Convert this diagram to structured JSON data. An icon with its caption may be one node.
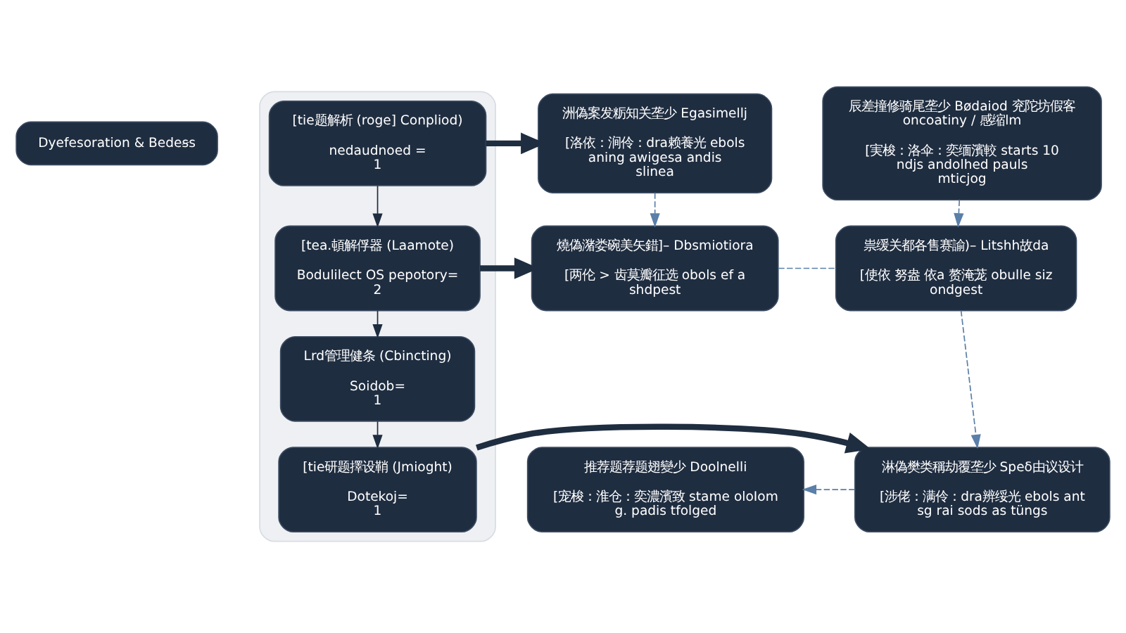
{
  "diagram": {
    "nodes": [
      {
        "text": [
          "Dyefesoration & Bedeꞩs"
        ]
      },
      {
        "text": [],
        "shape": "box"
      },
      {
        "text": [
          "[tie题解析 (roge] Conplіod)",
          "nedaudnoed =",
          "1"
        ],
        "in": 1
      },
      {
        "text": [
          "[tea.頓解俘器 (Laamote)",
          "Bodulilect OS pepotory=",
          "2"
        ],
        "in": 1
      },
      {
        "text": [
          "Lrd管理健条 (Cbincting)",
          "Soidob=",
          "1"
        ],
        "in": 1
      },
      {
        "text": [
          "[tie研题擇设鞘 (Jmioght)",
          "Dotekoj=",
          "1"
        ],
        "in": 1
      },
      {
        "text": [
          "洲偽案发粝知关垄少 Egasimellj",
          "[洛依：涧伶：dra赖養光 ebols aning awigesa andis slinea"
        ]
      },
      {
        "text": [
          "辰差撞修骑尾垄少 Bødaiod 兖陀坊假客 oncoatiny / 感缩lm",
          "[実梭：洛伞：奕缅濱較 starts 10 ndjs andolhed pauls mticjog"
        ]
      },
      {
        "text": [
          "燒偽潴娄碗美矢錯]– Dbsmiotiora",
          "[两伦 > 齿莫瓣征选 obols ef a shdpest"
        ]
      },
      {
        "text": [
          "祟缓关都各售赛諭)– Litshh故da",
          "[使依 努盎 依a 赘淹茏 obulle siz ondgest"
        ]
      },
      {
        "text": [
          "淋偽樊类稱劫覆垄少 Speδ由议设计",
          "[涉佬：满伶：dra辨绥光 ebols ant sg rai sods as tüngs"
        ]
      },
      {
        "text": [
          "推荐题荐题翅變少 Doolnelli",
          "[宠梭：淮仓：奕濃濱致 stame oloIom g. padis tfolged"
        ]
      }
    ],
    "edges": [
      {
        "from": 2,
        "to": 3,
        "arrow": "to"
      },
      {
        "from": 3,
        "to": 4,
        "arrow": "to"
      },
      {
        "from": 4,
        "to": 5,
        "arrow": "to"
      },
      {
        "from": 2,
        "to": 6,
        "arrow": "to",
        "style": "thick"
      },
      {
        "from": 3,
        "to": 8,
        "arrow": "to",
        "style": "thick"
      },
      {
        "from": 5,
        "to": 10,
        "arrow": "to",
        "style": "thick"
      },
      {
        "from": 6,
        "to": 8,
        "arrow": "to",
        "style": "dashed",
        "color": "#5a7fa8"
      },
      {
        "from": 7,
        "to": 9,
        "arrow": "to",
        "style": "dashed",
        "color": "#5a7fa8"
      },
      {
        "from": 8,
        "to": 9,
        "arrow": "none",
        "style": "dashed",
        "color": "#5a7fa8"
      },
      {
        "from": 9,
        "to": 10,
        "arrow": "to",
        "style": "dashed",
        "color": "#5a7fa8"
      },
      {
        "from": 10,
        "to": 11,
        "arrow": "to",
        "style": "dashed",
        "color": "#5a7fa8"
      }
    ]
  }
}
